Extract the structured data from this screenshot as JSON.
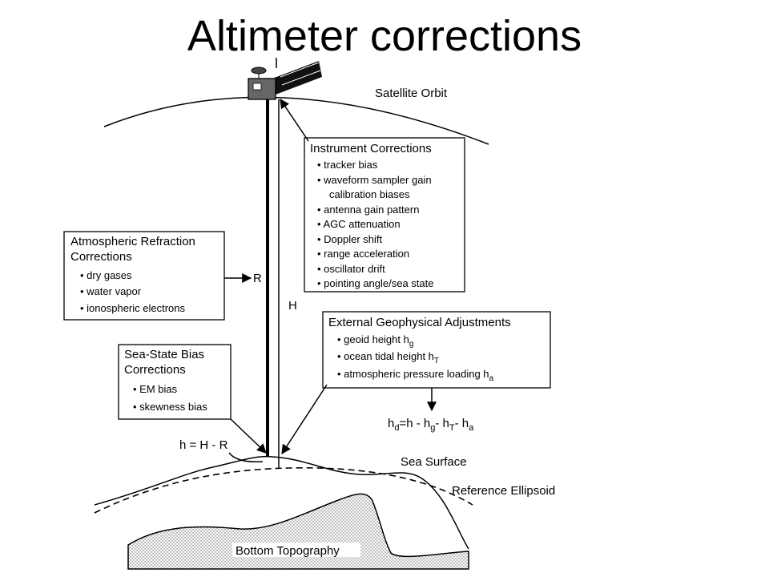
{
  "title": "Altimeter corrections",
  "labels": {
    "satellite_orbit": "Satellite Orbit",
    "R": "R",
    "H": "H",
    "h_eq": "h = H - R",
    "sea_surface": "Sea Surface",
    "reference_ellipsoid": "Reference Ellipsoid",
    "bottom_topography": "Bottom Topography"
  },
  "formula": {
    "h": "h",
    "d": "d",
    "eq": "=h - h",
    "g": "g",
    "m1": "- h",
    "T": "T",
    "m2": "- h",
    "a": "a"
  },
  "instrument": {
    "heading": "Instrument Corrections",
    "items": [
      "• tracker bias",
      "• waveform sampler gain",
      "calibration biases",
      "• antenna gain pattern",
      "• AGC attenuation",
      "• Doppler shift",
      "• range acceleration",
      "• oscillator drift",
      "• pointing angle/sea state"
    ]
  },
  "atmospheric": {
    "heading_1": "Atmospheric Refraction",
    "heading_2": "Corrections",
    "items": [
      "• dry gases",
      "• water vapor",
      "• ionospheric electrons"
    ]
  },
  "sea_state": {
    "heading_1": "Sea-State Bias",
    "heading_2": "Corrections",
    "items": [
      "• EM bias",
      "• skewness bias"
    ]
  },
  "external": {
    "heading": "External Geophysical Adjustments",
    "items": [
      {
        "text": "• geoid height h",
        "sub": "g"
      },
      {
        "text": "• ocean tidal height h",
        "sub": "T"
      },
      {
        "text": "• atmospheric pressure loading h",
        "sub": "a"
      }
    ]
  }
}
